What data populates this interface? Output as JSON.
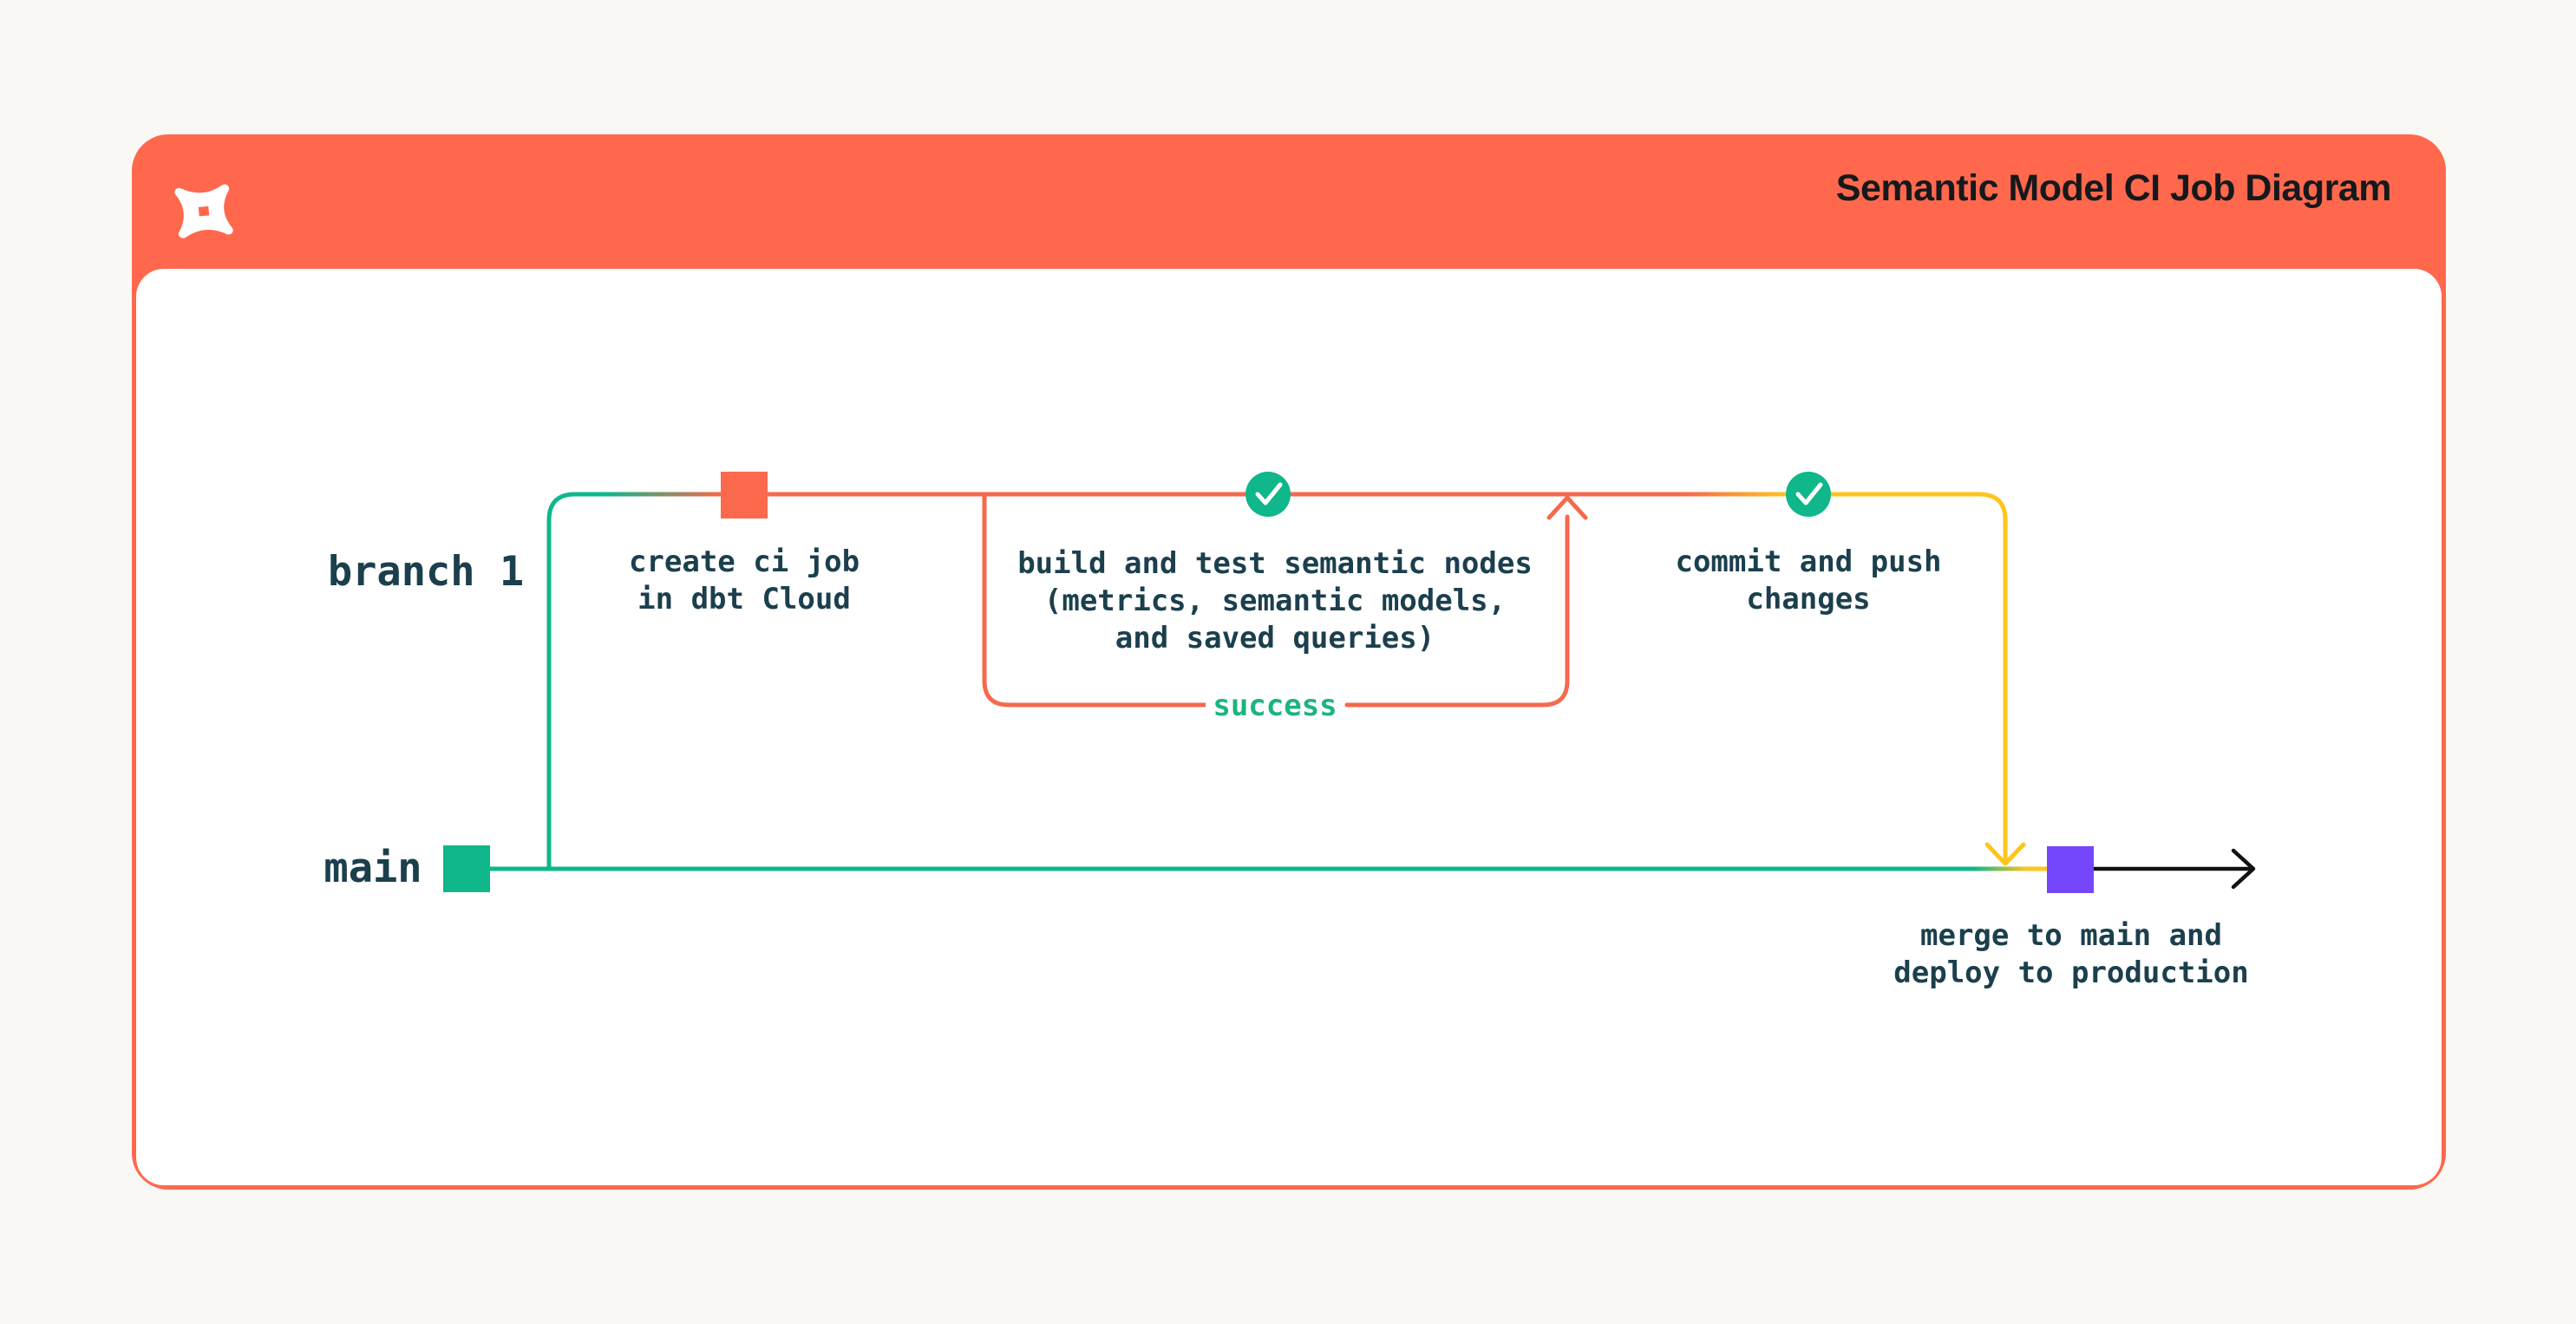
{
  "header": {
    "title": "Semantic Model CI Job Diagram",
    "logo": "dbt-logo"
  },
  "branches": {
    "branch1_label": "branch 1",
    "main_label": "main"
  },
  "nodes": {
    "create_ci_job": {
      "lines": [
        "create ci job",
        "in dbt Cloud"
      ]
    },
    "build_and_test": {
      "lines": [
        "build and test semantic nodes",
        "(metrics, semantic models,",
        "and saved queries)"
      ]
    },
    "commit_push": {
      "lines": [
        "commit and push",
        "changes"
      ]
    },
    "merge_deploy": {
      "lines": [
        "merge to main and",
        "deploy to production"
      ]
    },
    "success_label": "success"
  },
  "colors": {
    "bg": "#FAF8F5",
    "orange": "#FF684C",
    "orange_line": "#F5694D",
    "green": "#0FB78B",
    "success_green": "#1DB47E",
    "yellow": "#FFC41D",
    "purple": "#7446FB",
    "dark": "#1B3F4D",
    "title": "#15191C",
    "black": "#111111",
    "white": "#FFFFFF"
  }
}
